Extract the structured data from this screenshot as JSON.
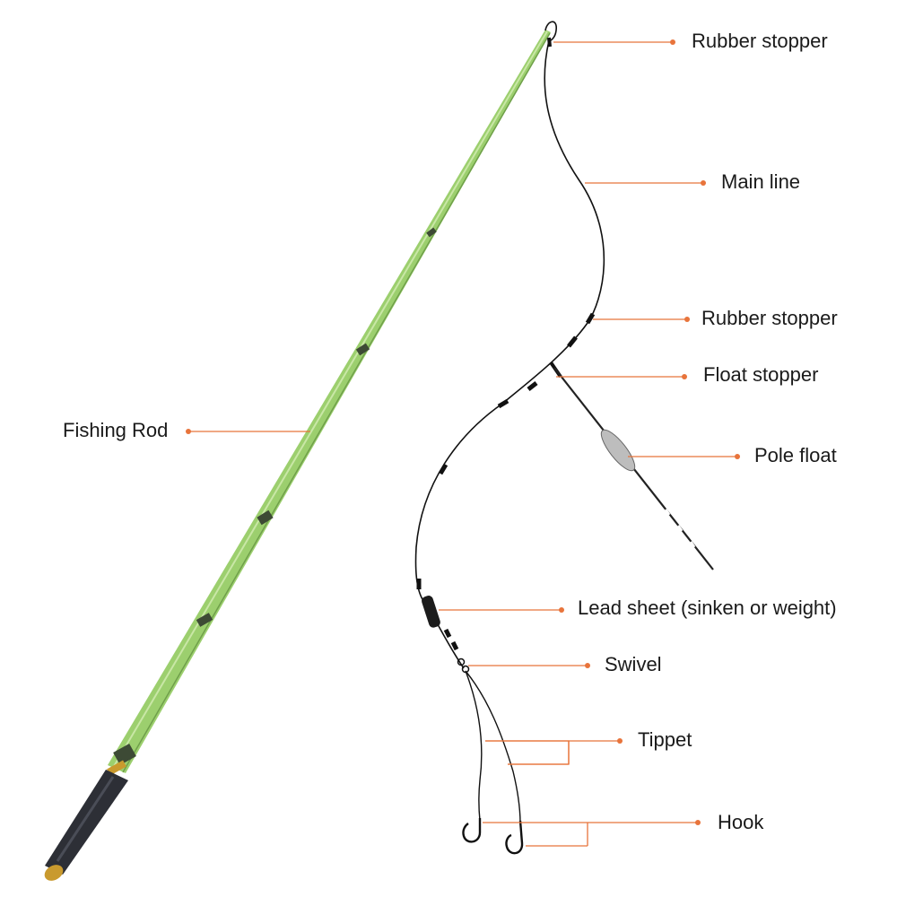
{
  "colors": {
    "leader": "#e8743b",
    "rod": "#9ccf6e",
    "rod_dark": "#6fa04a",
    "handle": "#2d2f36",
    "gold": "#c99a2e",
    "line": "#111111"
  },
  "labels": {
    "rubber_stopper_top": "Rubber stopper",
    "main_line": "Main line",
    "rubber_stopper_mid": "Rubber stopper",
    "float_stopper": "Float stopper",
    "pole_float": "Pole float",
    "fishing_rod": "Fishing Rod",
    "lead_sheet": "Lead sheet (sinken or weight)",
    "swivel": "Swivel",
    "tippet": "Tippet",
    "hook": "Hook"
  }
}
